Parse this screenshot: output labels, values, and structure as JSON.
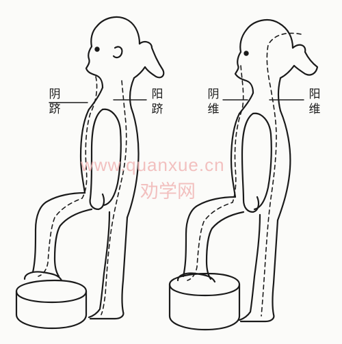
{
  "figure_left": {
    "label_left": [
      "阴",
      "跻"
    ],
    "label_right": [
      "阳",
      "跻"
    ]
  },
  "figure_right": {
    "label_left": [
      "阴",
      "维"
    ],
    "label_right": [
      "阳",
      "维"
    ]
  },
  "watermark": {
    "url": "www.quanxue.cn",
    "site": "劝学网"
  },
  "colors": {
    "ink": "#1a1a1a",
    "watermark": "#f1b6b6",
    "paper": "#fbfbf9"
  }
}
